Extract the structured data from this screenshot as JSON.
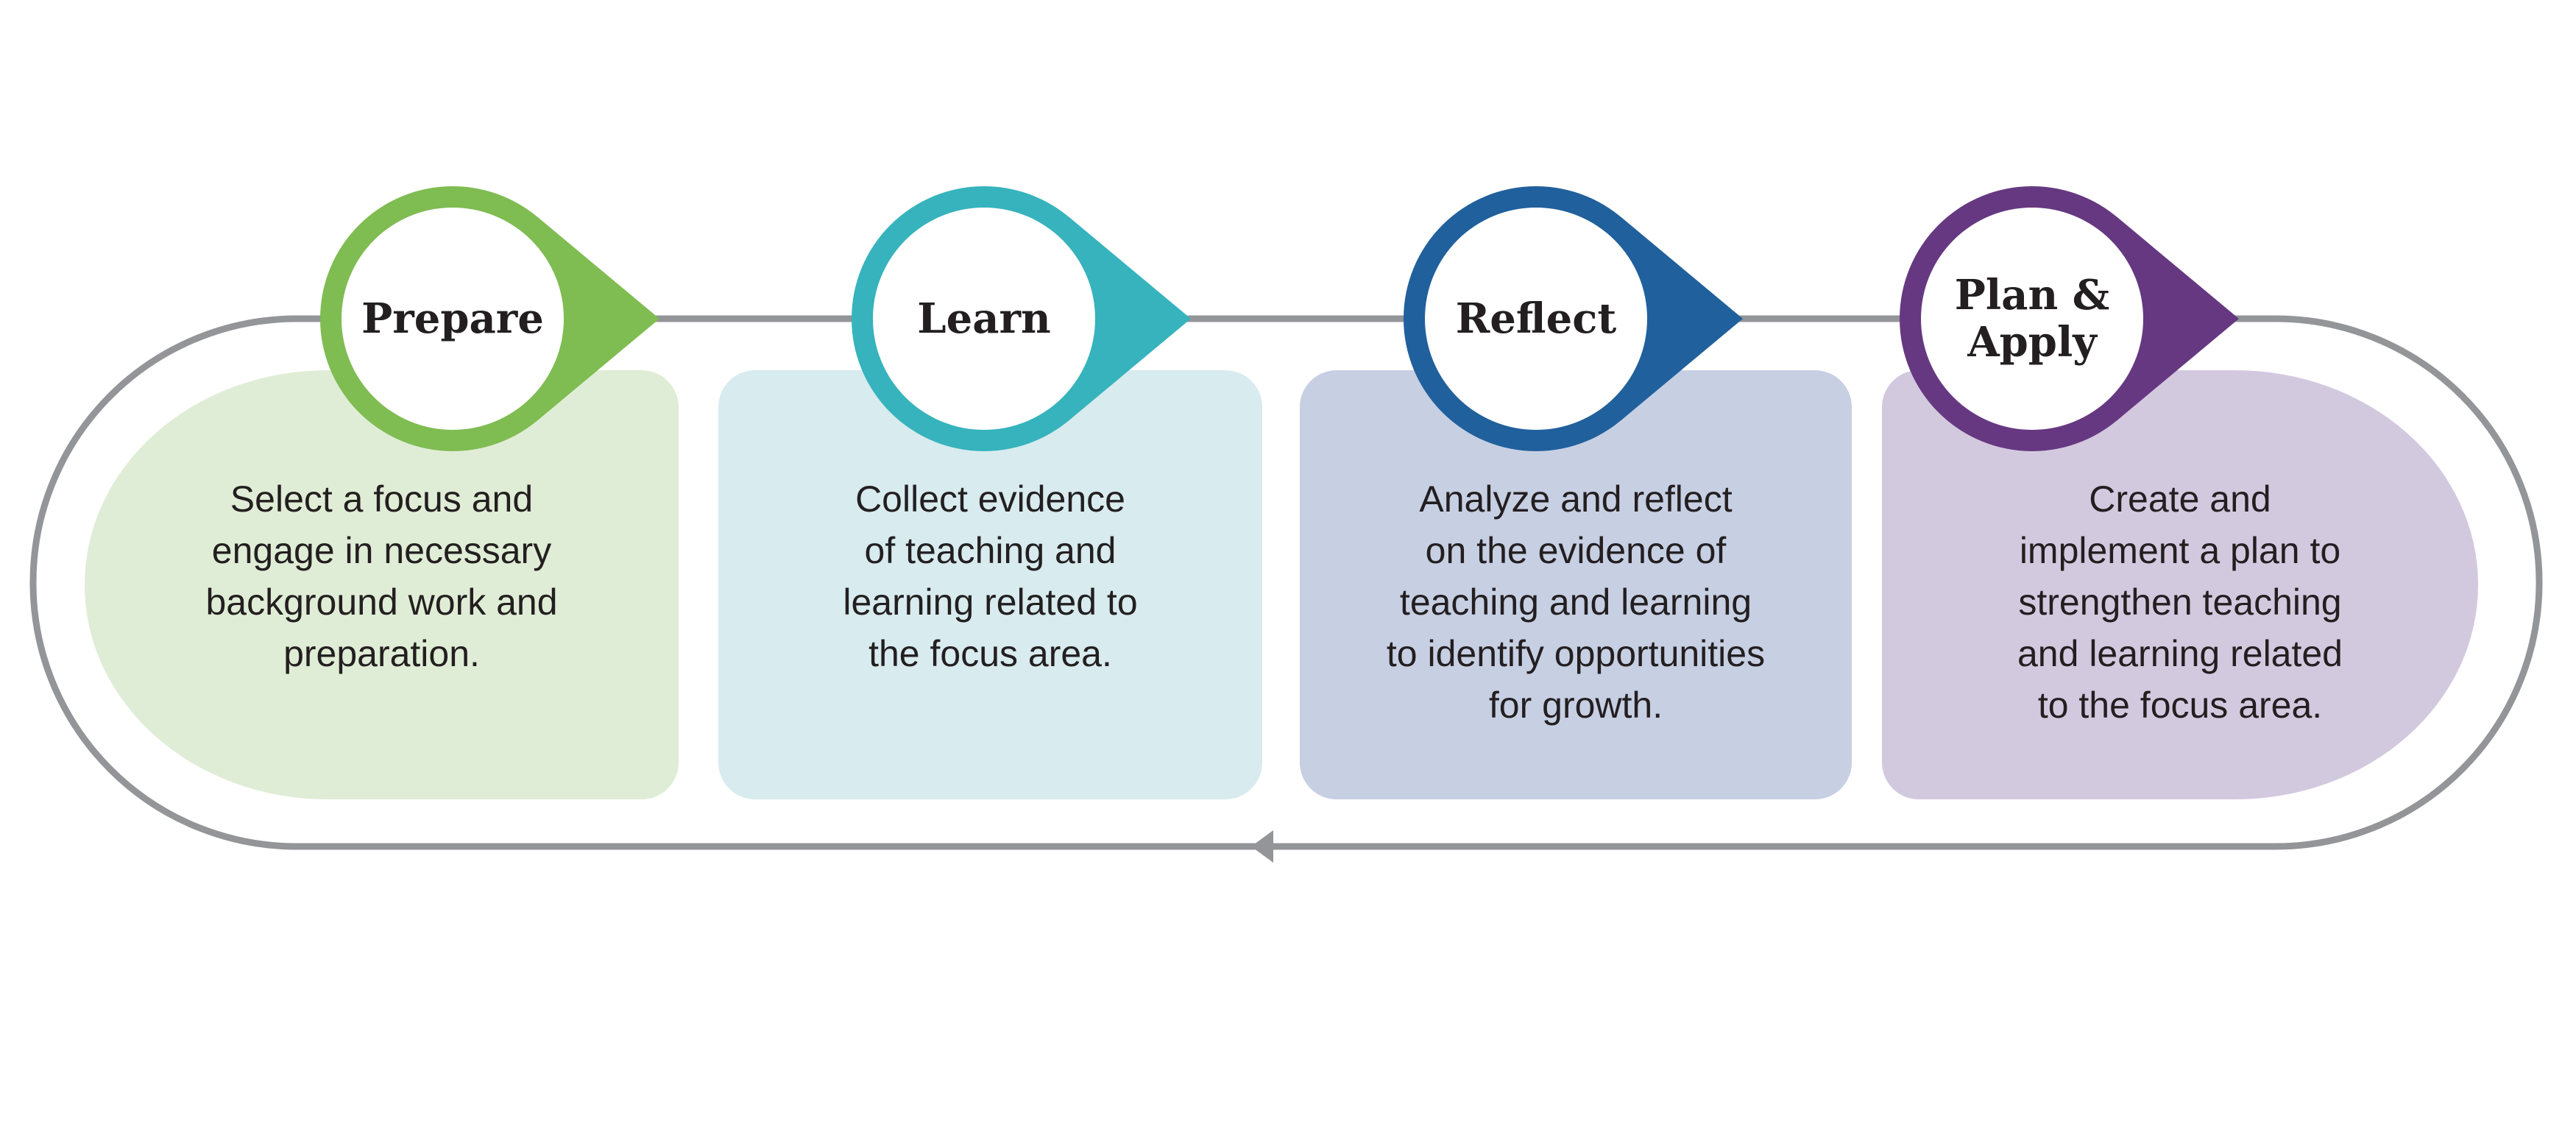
{
  "colors": {
    "loop_line": "#939598",
    "text": "#231f20"
  },
  "steps": [
    {
      "title": [
        "Prepare"
      ],
      "color": "#7fbc52",
      "box_color": "#e0edd6",
      "description": [
        "Select a focus and",
        "engage in necessary",
        "background work and",
        "preparation."
      ]
    },
    {
      "title": [
        "Learn"
      ],
      "color": "#36b3bc",
      "box_color": "#d8ebef",
      "description": [
        "Collect evidence",
        "of teaching and",
        "learning related to",
        "the focus area."
      ]
    },
    {
      "title": [
        "Reflect"
      ],
      "color": "#20609c",
      "box_color": "#c7cfe3",
      "description": [
        "Analyze and reflect",
        "on the evidence of",
        "teaching and learning",
        "to identify opportunities",
        "for growth."
      ]
    },
    {
      "title": [
        "Plan &",
        "Apply"
      ],
      "color": "#663881",
      "box_color": "#d3c9df",
      "description": [
        "Create and",
        "implement a plan to",
        "strengthen teaching",
        "and learning related",
        "to the focus area."
      ]
    }
  ]
}
